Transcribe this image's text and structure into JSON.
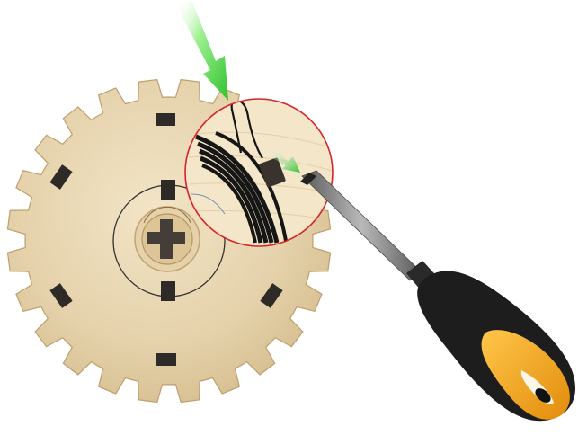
{
  "illustration": {
    "subject": "wooden-gear-with-spring-and-screwdriver",
    "elements": [
      "wooden-gear",
      "spring-coil",
      "detail-highlight-circle",
      "green-arrow-top",
      "green-arrow-small",
      "screwdriver"
    ]
  },
  "colors": {
    "wood_light": "#ecdcbb",
    "wood_mid": "#dcc597",
    "wood_dark": "#c9ad7c",
    "slot_dark": "#2e2a28",
    "spring_black": "#161616",
    "highlight_red": "#d8232a",
    "arrow_green": "#2fc22f",
    "arrow_green_light": "#9ef08e",
    "handle_black": "#1d1d1d",
    "handle_orange": "#f4a81d",
    "shaft_grey": "#7d7d7d"
  },
  "icons": {
    "gear": "gear-icon",
    "spring": "spring-icon",
    "arrow": "arrow-icon",
    "screwdriver": "screwdriver-icon"
  }
}
